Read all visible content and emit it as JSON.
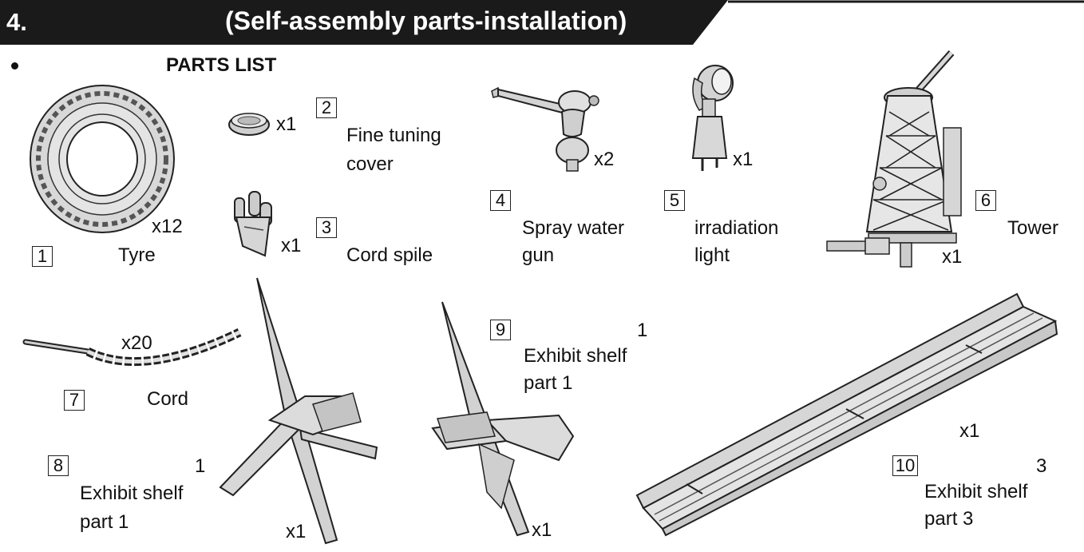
{
  "header": {
    "step": "4.",
    "title": "(Self-assembly parts-installation)"
  },
  "section": {
    "bullet": "•",
    "title": "PARTS LIST"
  },
  "parts": [
    {
      "num": "1",
      "qty": "x12",
      "name": "Tyre",
      "icon": "tyre-icon"
    },
    {
      "num": "2",
      "qty": "x1",
      "name_l1": "Fine tuning",
      "name_l2": "cover",
      "icon": "fine-tuning-cover-icon"
    },
    {
      "num": "3",
      "qty": "x1",
      "name": "Cord spile",
      "icon": "cord-spile-icon"
    },
    {
      "num": "4",
      "qty": "x2",
      "name_l1": "Spray water",
      "name_l2": "gun",
      "icon": "spray-water-gun-icon"
    },
    {
      "num": "5",
      "qty": "x1",
      "name_l1": "irradiation",
      "name_l2": "light",
      "icon": "irradiation-light-icon"
    },
    {
      "num": "6",
      "qty": "x1",
      "name": "Tower",
      "icon": "tower-icon"
    },
    {
      "num": "7",
      "qty": "x20",
      "name": "Cord",
      "icon": "cord-chain-icon"
    },
    {
      "num": "8",
      "sub": "1",
      "qty": "x1",
      "name_l1": "Exhibit shelf",
      "name_l2": "part 1",
      "icon": "exhibit-shelf-part-1-icon"
    },
    {
      "num": "9",
      "sub": "1",
      "qty": "x1",
      "name_l1": "Exhibit shelf",
      "name_l2": "part 1",
      "icon": "exhibit-shelf-part-1-icon"
    },
    {
      "num": "10",
      "sub": "3",
      "qty": "x1",
      "name_l1": "Exhibit shelf",
      "name_l2": "part 3",
      "icon": "exhibit-shelf-part-3-icon"
    }
  ]
}
